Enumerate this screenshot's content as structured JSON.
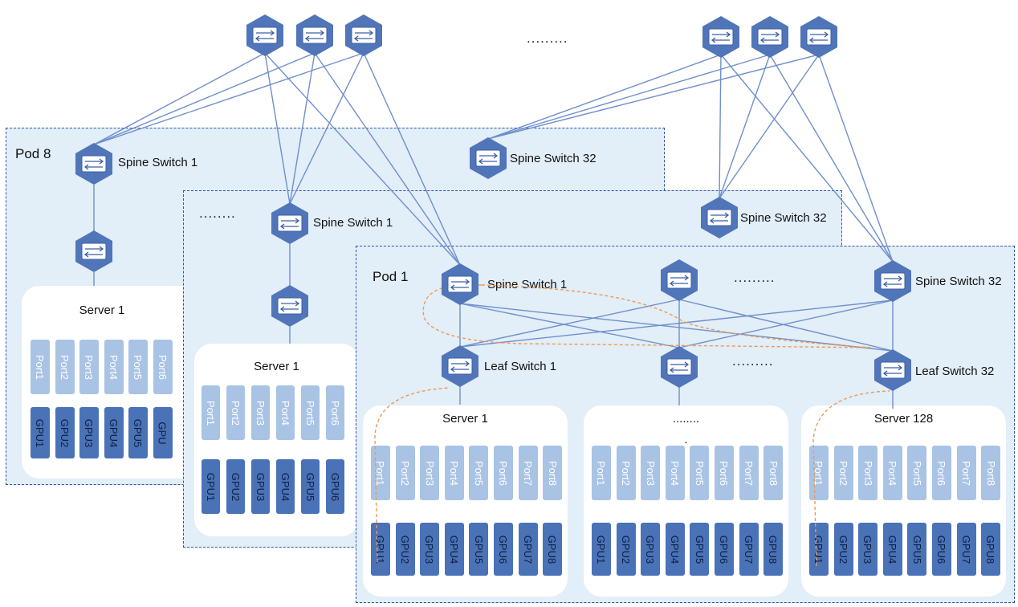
{
  "pods": {
    "pod8": {
      "label": "Pod 8",
      "spine_a": "Spine Switch 1",
      "spine_b": "Spine Switch 32",
      "server_title": "Server 1",
      "ports": [
        "Port1",
        "Port2",
        "Port3",
        "Port4",
        "Port5",
        "Port6"
      ],
      "gpus": [
        "GPU1",
        "GPU2",
        "GPU3",
        "GPU4",
        "GPU5",
        "GPU"
      ]
    },
    "podmid": {
      "dots": "........",
      "spine_a": "Spine Switch 1",
      "spine_b": "Spine Switch 32",
      "server_title": "Server 1",
      "ports": [
        "Port1",
        "Port2",
        "Port3",
        "Port4",
        "Port5",
        "Port6"
      ],
      "gpus": [
        "GPU1",
        "GPU2",
        "GPU3",
        "GPU4",
        "GPU5",
        "GPU6"
      ]
    },
    "pod1": {
      "label": "Pod 1",
      "spine_1": "Spine Switch 1",
      "spine_32": "Spine Switch 32",
      "spine_dots": ".........",
      "leaf_1": "Leaf Switch 1",
      "leaf_32": "Leaf Switch 32",
      "leaf_dots": ".........",
      "servers": [
        {
          "title": "Server 1"
        },
        {
          "title": "........"
        },
        {
          "title": "Server 128"
        }
      ],
      "mid_dot": ".",
      "ports": [
        "Port1",
        "Port2",
        "Port3",
        "Port4",
        "Port5",
        "Port6",
        "Port7",
        "Port8"
      ],
      "gpus": [
        "GPU1",
        "GPU2",
        "GPU3",
        "GPU4",
        "GPU5",
        "GPU6",
        "GPU7",
        "GPU8"
      ]
    }
  },
  "top_dots": ".........",
  "colors": {
    "link": "#6f8fcc",
    "hex": "#5175b9",
    "pod_bg": "#e2eef8",
    "pod_border": "#2f55a4",
    "port": "#a9c3e4",
    "gpu": "#4a72b6",
    "path": "#ef9a52"
  }
}
